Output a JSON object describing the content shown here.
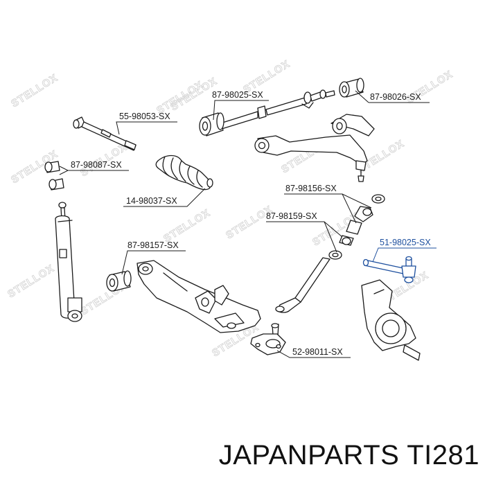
{
  "watermark": "STELLOX",
  "parts": [
    {
      "id": "p1",
      "label": "87-98025-SX"
    },
    {
      "id": "p2",
      "label": "87-98026-SX"
    },
    {
      "id": "p3",
      "label": "55-98053-SX"
    },
    {
      "id": "p4",
      "label": "87-98087-SX"
    },
    {
      "id": "p5",
      "label": "14-98037-SX"
    },
    {
      "id": "p6",
      "label": "87-98156-SX"
    },
    {
      "id": "p7",
      "label": "87-98159-SX"
    },
    {
      "id": "p8",
      "label": "51-98025-SX"
    },
    {
      "id": "p9",
      "label": "87-98157-SX"
    },
    {
      "id": "p10",
      "label": "52-98011-SX"
    }
  ],
  "footer": {
    "brand": "JAPANPARTS",
    "part_number": "TI281"
  },
  "colors": {
    "line": "#1a1a1a",
    "highlight": "#1d4f9e",
    "watermark": "#d4d4d4"
  }
}
